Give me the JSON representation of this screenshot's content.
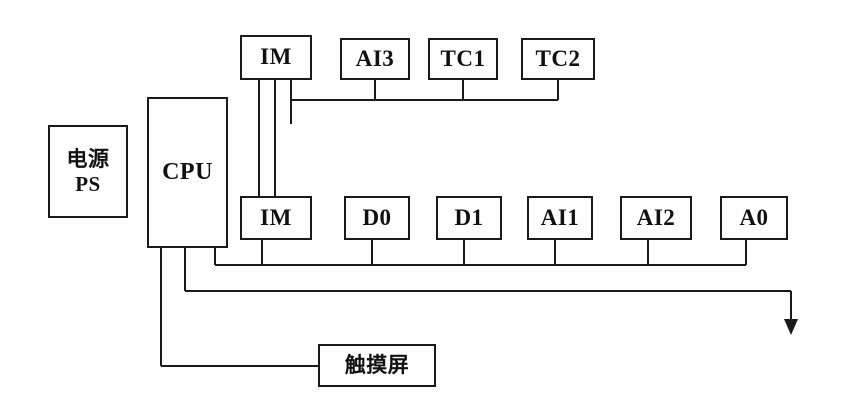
{
  "diagram": {
    "type": "block-diagram",
    "description": "PLC hardware configuration block diagram with CPU, power supply, interface modules, I/O modules and touch screen",
    "colors": {
      "background": "#fefefe",
      "line": "#1a1a1a",
      "text": "#111111"
    },
    "boxes": {
      "power_supply": {
        "line1": "电源",
        "line2": "PS"
      },
      "cpu": {
        "label": "CPU"
      },
      "im_top": {
        "label": "IM"
      },
      "ai3": {
        "label": "AI3"
      },
      "tc1": {
        "label": "TC1"
      },
      "tc2": {
        "label": "TC2"
      },
      "im_bottom": {
        "label": "IM"
      },
      "d0": {
        "label": "D0"
      },
      "d1": {
        "label": "D1"
      },
      "ai1": {
        "label": "AI1"
      },
      "ai2": {
        "label": "AI2"
      },
      "a0": {
        "label": "A0"
      },
      "touchscreen": {
        "label": "触摸屏"
      }
    }
  }
}
